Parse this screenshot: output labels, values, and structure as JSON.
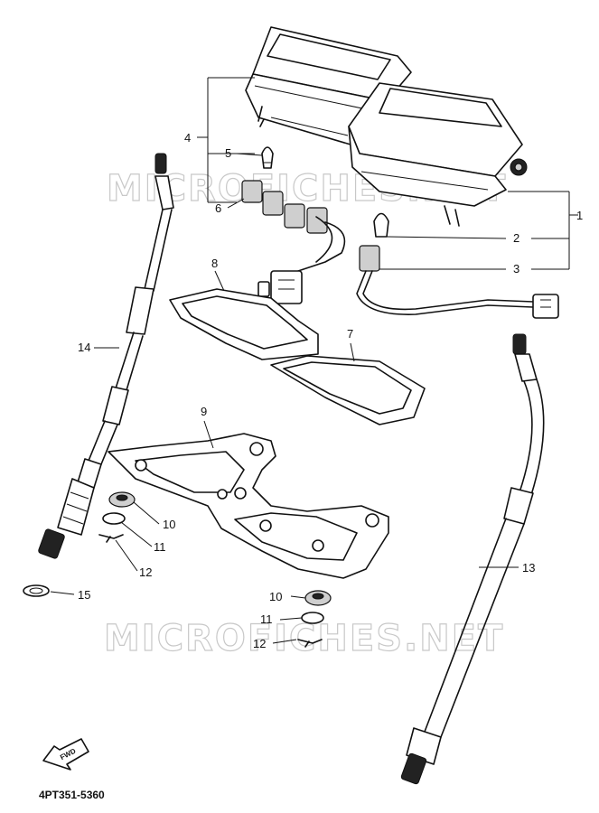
{
  "watermarks": [
    "MICROFICHES.NET",
    "MICROFICHES.NET"
  ],
  "callouts": {
    "c1": "1",
    "c2": "2",
    "c3": "3",
    "c4": "4",
    "c5": "5",
    "c6": "6",
    "c7": "7",
    "c8": "8",
    "c9": "9",
    "c10a": "10",
    "c11a": "11",
    "c12a": "12",
    "c10b": "10",
    "c11b": "11",
    "c12b": "12",
    "c13": "13",
    "c14": "14",
    "c15": "15"
  },
  "fwd_label": "FWD",
  "drawing_code": "4PT351-5360"
}
